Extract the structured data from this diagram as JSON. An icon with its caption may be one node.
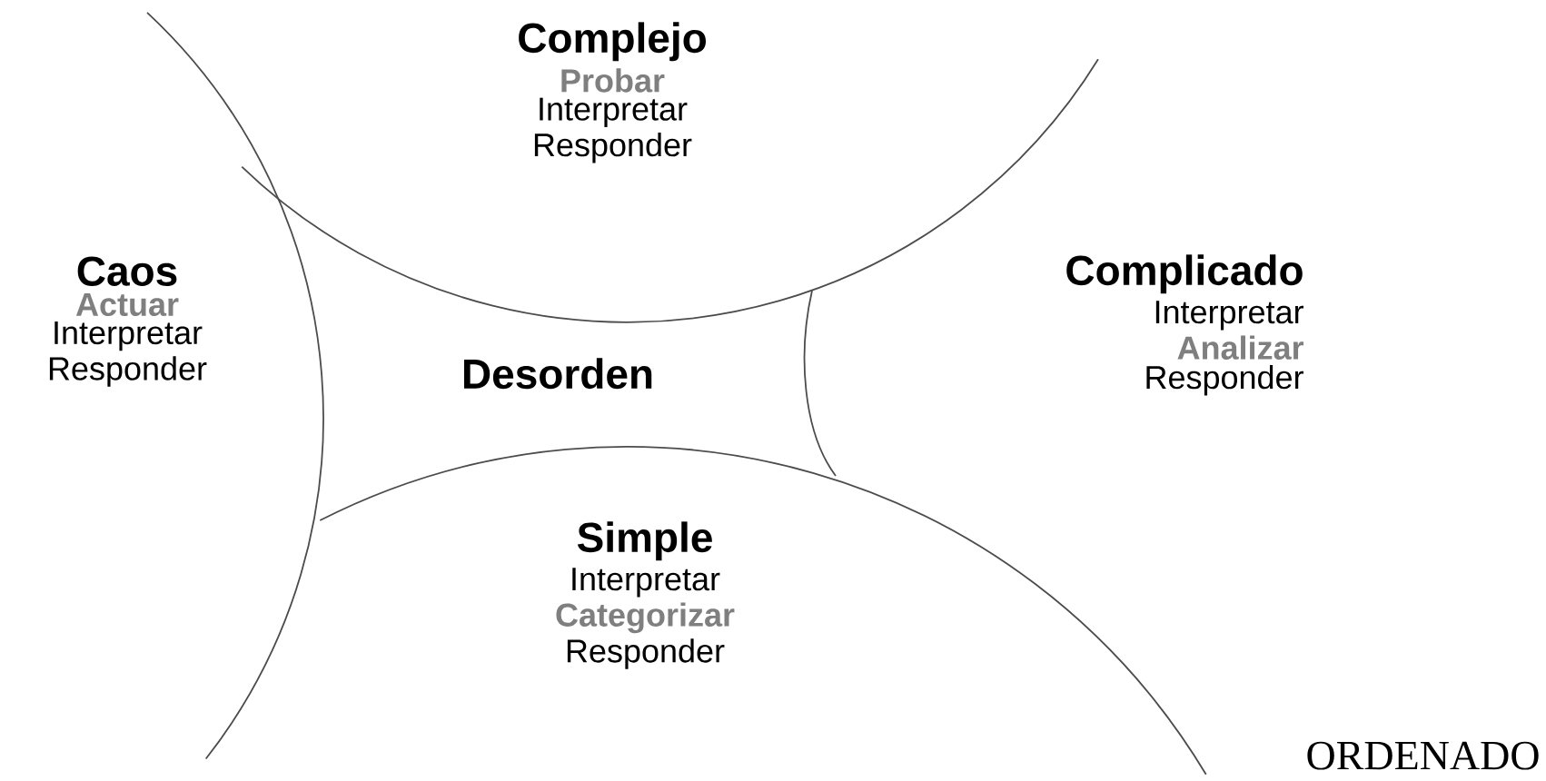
{
  "diagram": {
    "nodes": [
      {
        "text": [
          "Complejo",
          "Probar",
          "Interpretar",
          "Responder"
        ]
      },
      {
        "text": [
          "Caos",
          "Actuar",
          "Interpretar",
          "Responder"
        ]
      },
      {
        "text": [
          "Desorden"
        ]
      },
      {
        "text": [
          "Complicado",
          "Interpretar",
          "Analizar",
          "Responder"
        ]
      },
      {
        "text": [
          "Simple",
          "Interpretar",
          "Categorizar",
          "Responder"
        ]
      }
    ],
    "labels": [
      "ORDENADO"
    ]
  }
}
